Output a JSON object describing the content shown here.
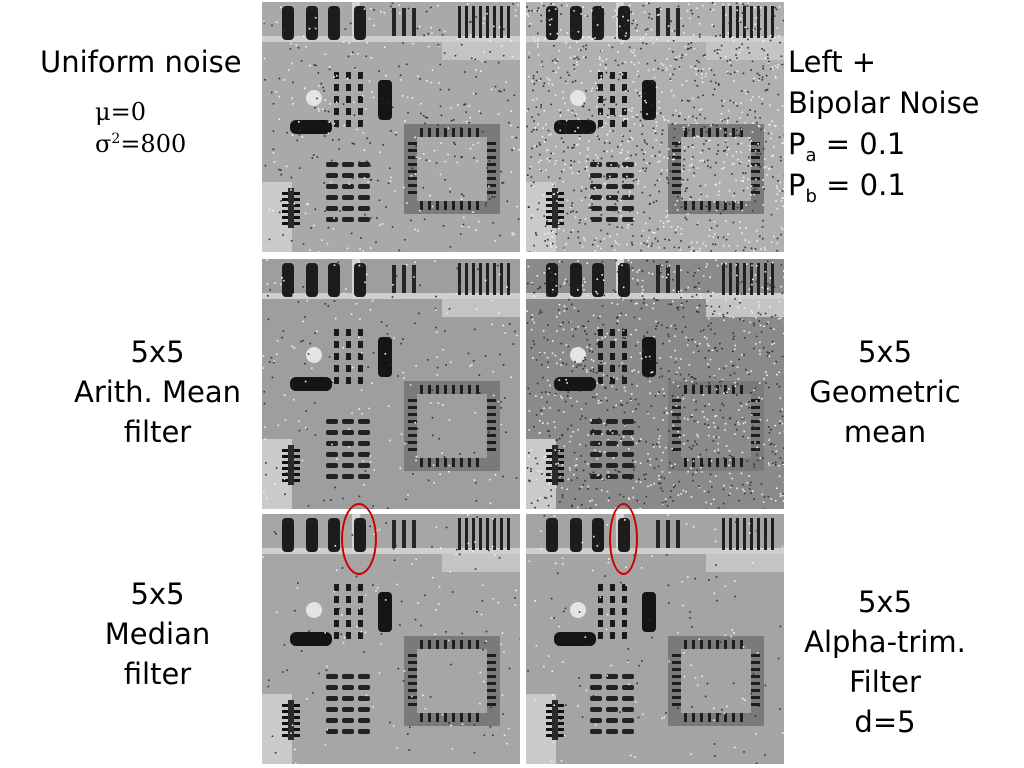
{
  "left_top": {
    "title": "Uniform noise",
    "mu": "μ=0",
    "sigma_base": "σ",
    "sigma_sup": "2",
    "sigma_val": "=800"
  },
  "right_top": {
    "line1": "Left +",
    "line2": "Bipolar Noise",
    "pa_base": "P",
    "pa_sub": "a",
    "pa_val": " = 0.1",
    "pb_base": "P",
    "pb_sub": "b",
    "pb_val": " = 0.1"
  },
  "labels": {
    "arith": [
      "5x5",
      "Arith. Mean",
      "filter"
    ],
    "median": [
      "5x5",
      "Median",
      "filter"
    ],
    "geo": [
      "5x5",
      "Geometric",
      "mean"
    ],
    "alpha": [
      "5x5",
      "Alpha-trim.",
      "Filter",
      "d=5"
    ]
  },
  "panels": [
    {
      "id": "uniform-noise",
      "tone": "#a9a9a9",
      "noise": 0.25
    },
    {
      "id": "uniform-plus-bipolar",
      "tone": "#b0b0b0",
      "noise": 0.8
    },
    {
      "id": "arith-mean",
      "tone": "#9e9e9e",
      "noise": 0.15
    },
    {
      "id": "geometric-mean",
      "tone": "#8a8a8a",
      "noise": 0.7
    },
    {
      "id": "median",
      "tone": "#a6a6a6",
      "noise": 0.1
    },
    {
      "id": "alpha-trim",
      "tone": "#a4a4a4",
      "noise": 0.1
    }
  ],
  "colors": {
    "highlight": "#cc0000"
  }
}
